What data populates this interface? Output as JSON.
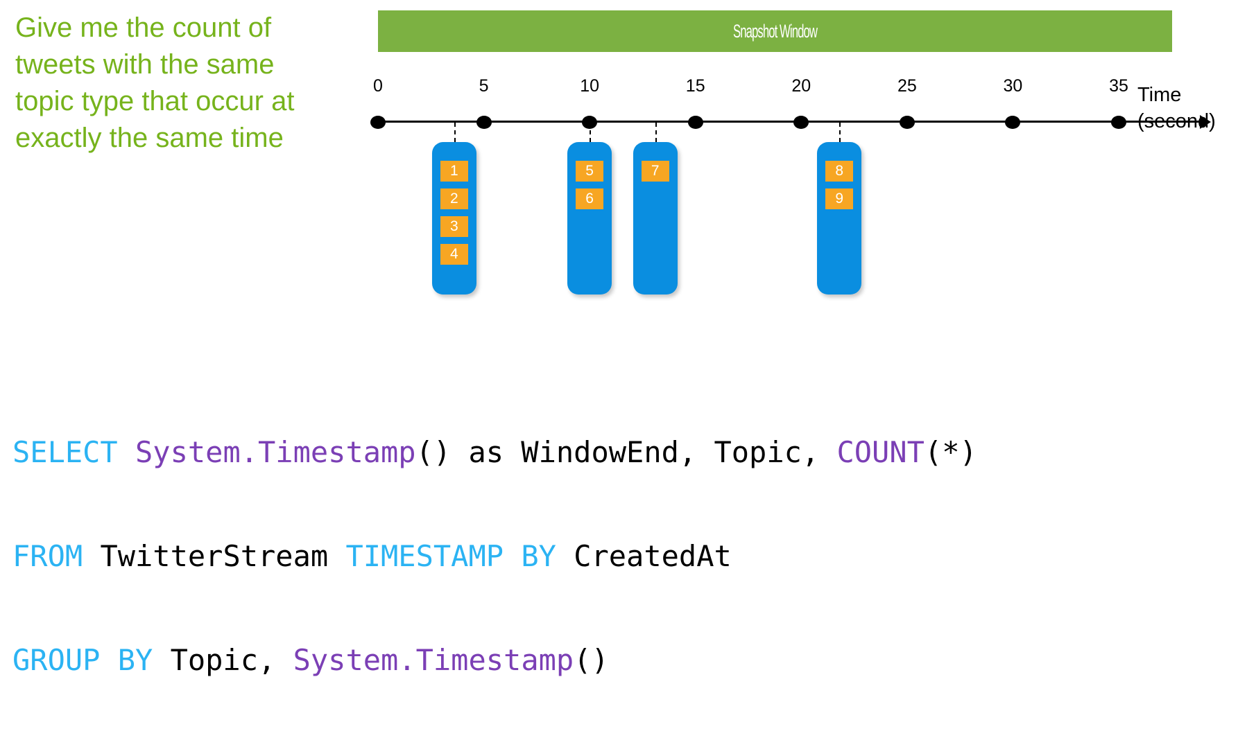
{
  "prompt": {
    "text": "Give me the count of tweets with the same topic type that occur at exactly the same time",
    "color": "#76B31C"
  },
  "banner": {
    "label": "Snapshot Window",
    "background": "#7CB142",
    "text_color": "#FFFFFF"
  },
  "chart_data": {
    "type": "timeline",
    "title": "Snapshot Window",
    "xlabel": "Time",
    "xlabel_unit": "(second)",
    "xlim": [
      0,
      35
    ],
    "grid": false,
    "tick_labels": [
      "0",
      "5",
      "10",
      "15",
      "20",
      "25",
      "30",
      "35"
    ],
    "tick_values": [
      0,
      5,
      10,
      15,
      20,
      25,
      30,
      35
    ],
    "event_groups": [
      {
        "time": 3.6,
        "events": [
          "1",
          "2",
          "3",
          "4"
        ]
      },
      {
        "time": 10.0,
        "events": [
          "5",
          "6"
        ]
      },
      {
        "time": 13.1,
        "events": [
          "7"
        ]
      },
      {
        "time": 21.8,
        "events": [
          "8",
          "9"
        ]
      }
    ],
    "box_color": "#0A8EE0",
    "tile_color": "#F7A623",
    "tile_text_color": "#FFFFFF",
    "axis_color": "#000000"
  },
  "axis": {
    "caption_line1": "Time",
    "caption_line2": "(second)"
  },
  "sql": {
    "line1": [
      {
        "t": "SELECT ",
        "c": "kw"
      },
      {
        "t": "System.Timestamp",
        "c": "fn"
      },
      {
        "t": "() as WindowEnd, Topic, ",
        "c": "id"
      },
      {
        "t": "COUNT",
        "c": "fn"
      },
      {
        "t": "(*)",
        "c": "id"
      }
    ],
    "line2": [
      {
        "t": "FROM ",
        "c": "kw"
      },
      {
        "t": "TwitterStream ",
        "c": "id"
      },
      {
        "t": "TIMESTAMP BY ",
        "c": "kw"
      },
      {
        "t": "CreatedAt",
        "c": "id"
      }
    ],
    "line3": [
      {
        "t": "GROUP BY ",
        "c": "kw"
      },
      {
        "t": "Topic, ",
        "c": "id"
      },
      {
        "t": "System.Timestamp",
        "c": "fn"
      },
      {
        "t": "()",
        "c": "id"
      }
    ],
    "colors": {
      "keyword": "#2BB3F3",
      "function": "#7B3FB5",
      "identifier": "#000000"
    }
  }
}
